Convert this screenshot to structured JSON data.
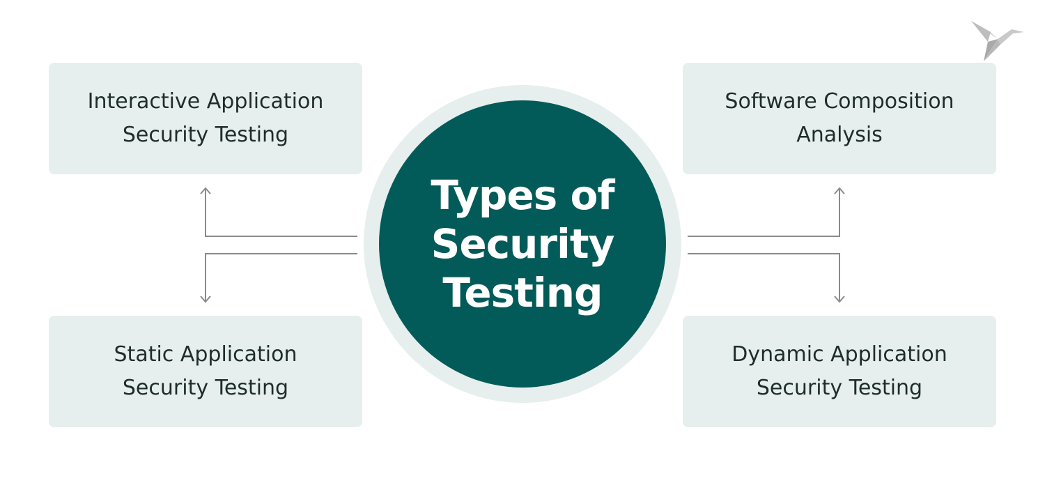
{
  "center": {
    "title_lines": [
      "Types of",
      "Security",
      "Testing"
    ]
  },
  "nodes": {
    "top_left": {
      "lines": [
        "Interactive Application",
        "Security Testing"
      ]
    },
    "top_right": {
      "lines": [
        "Software Composition",
        "Analysis"
      ]
    },
    "bottom_left": {
      "lines": [
        "Static Application",
        "Security Testing"
      ]
    },
    "bottom_right": {
      "lines": [
        "Dynamic Application",
        "Security Testing"
      ]
    }
  },
  "colors": {
    "center_fill": "#035b59",
    "ring_fill": "#e6efed",
    "box_fill": "#e6efed",
    "connector": "#8a8a8a",
    "logo": "#c8c8c8"
  },
  "icons": {
    "logo": "origami-bird-logo-icon"
  }
}
